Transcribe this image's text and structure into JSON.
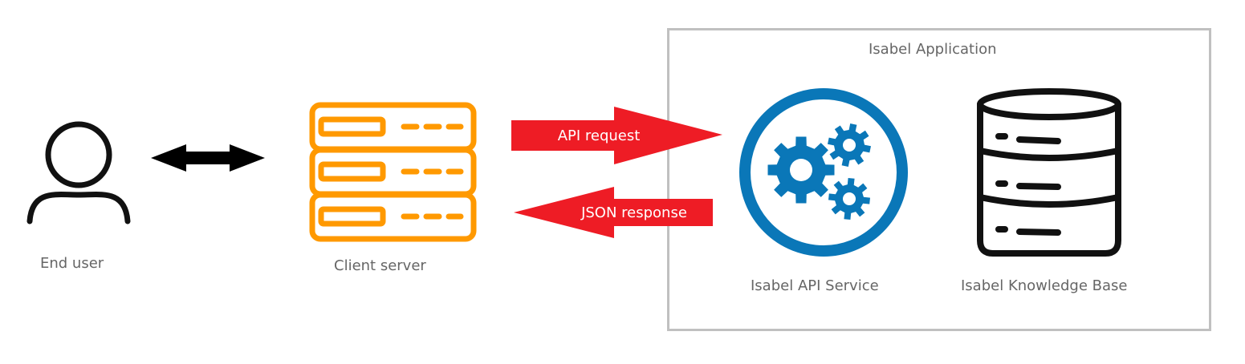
{
  "diagram": {
    "nodes": {
      "end_user": {
        "label": "End user",
        "icon": "user-icon"
      },
      "client_server": {
        "label": "Client server",
        "icon": "server-icon",
        "color": "#FF9900"
      },
      "api_service": {
        "label": "Isabel API Service",
        "icon": "gears-icon",
        "color": "#0A77B8"
      },
      "knowledge_base": {
        "label": "Isabel Knowledge Base",
        "icon": "database-icon"
      }
    },
    "group": {
      "label": "Isabel Application"
    },
    "edges": {
      "user_client": {
        "style": "bidirectional",
        "color": "#000000"
      },
      "request": {
        "label": "API request",
        "color": "#EE1C25"
      },
      "response": {
        "label": "JSON response",
        "color": "#EE1C25"
      }
    }
  }
}
